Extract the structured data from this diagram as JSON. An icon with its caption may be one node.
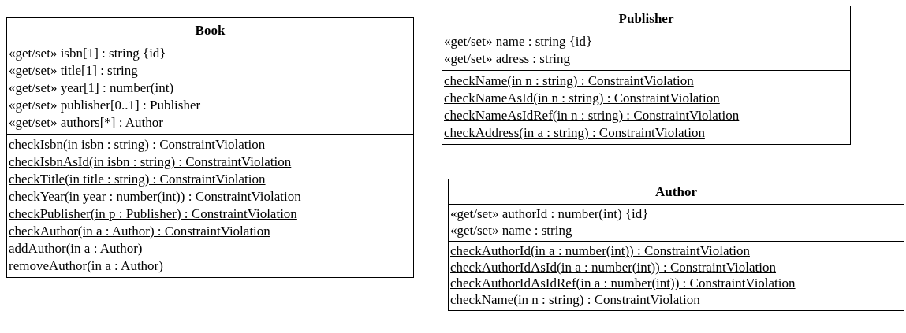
{
  "diagram": {
    "nodes": [
      {
        "text": [
          "Book"
        ]
      },
      {
        "text": [
          "«get/set» isbn[1] : string {id}",
          "«get/set» title[1] : string",
          "«get/set» year[1] : number(int)",
          "«get/set» publisher[0..1] : Publisher",
          "«get/set» authors[*] : Author"
        ],
        "in": 0
      },
      {
        "text": [
          "checkIsbn(in isbn : string) : ConstraintViolation",
          "checkIsbnAsId(in isbn : string) : ConstraintViolation",
          "checkTitle(in title : string) : ConstraintViolation",
          "checkYear(in year : number(int)) : ConstraintViolation",
          "checkPublisher(in p : Publisher) : ConstraintViolation",
          "checkAuthor(in a : Author) : ConstraintViolation",
          "addAuthor(in a : Author)",
          "removeAuthor(in a : Author)"
        ],
        "in": 0
      },
      {
        "text": [
          "Publisher"
        ]
      },
      {
        "text": [
          "«get/set» name : string {id}",
          "«get/set» adress : string"
        ],
        "in": 3
      },
      {
        "text": [
          "checkName(in n : string) : ConstraintViolation",
          "checkNameAsId(in n : string) : ConstraintViolation",
          "checkNameAsIdRef(in n : string) : ConstraintViolation",
          "checkAddress(in a : string) : ConstraintViolation"
        ],
        "in": 3
      },
      {
        "text": [
          "Author"
        ]
      },
      {
        "text": [
          "«get/set» authorId : number(int) {id}",
          "«get/set» name : string"
        ],
        "in": 6
      },
      {
        "text": [
          "checkAuthorId(in a : number(int)) : ConstraintViolation",
          "checkAuthorIdAsId(in a : number(int)) : ConstraintViolation",
          "checkAuthorIdAsIdRef(in a : number(int)) : ConstraintViolation",
          "checkName(in n : string) : ConstraintViolation"
        ],
        "in": 6
      }
    ],
    "edges": []
  }
}
